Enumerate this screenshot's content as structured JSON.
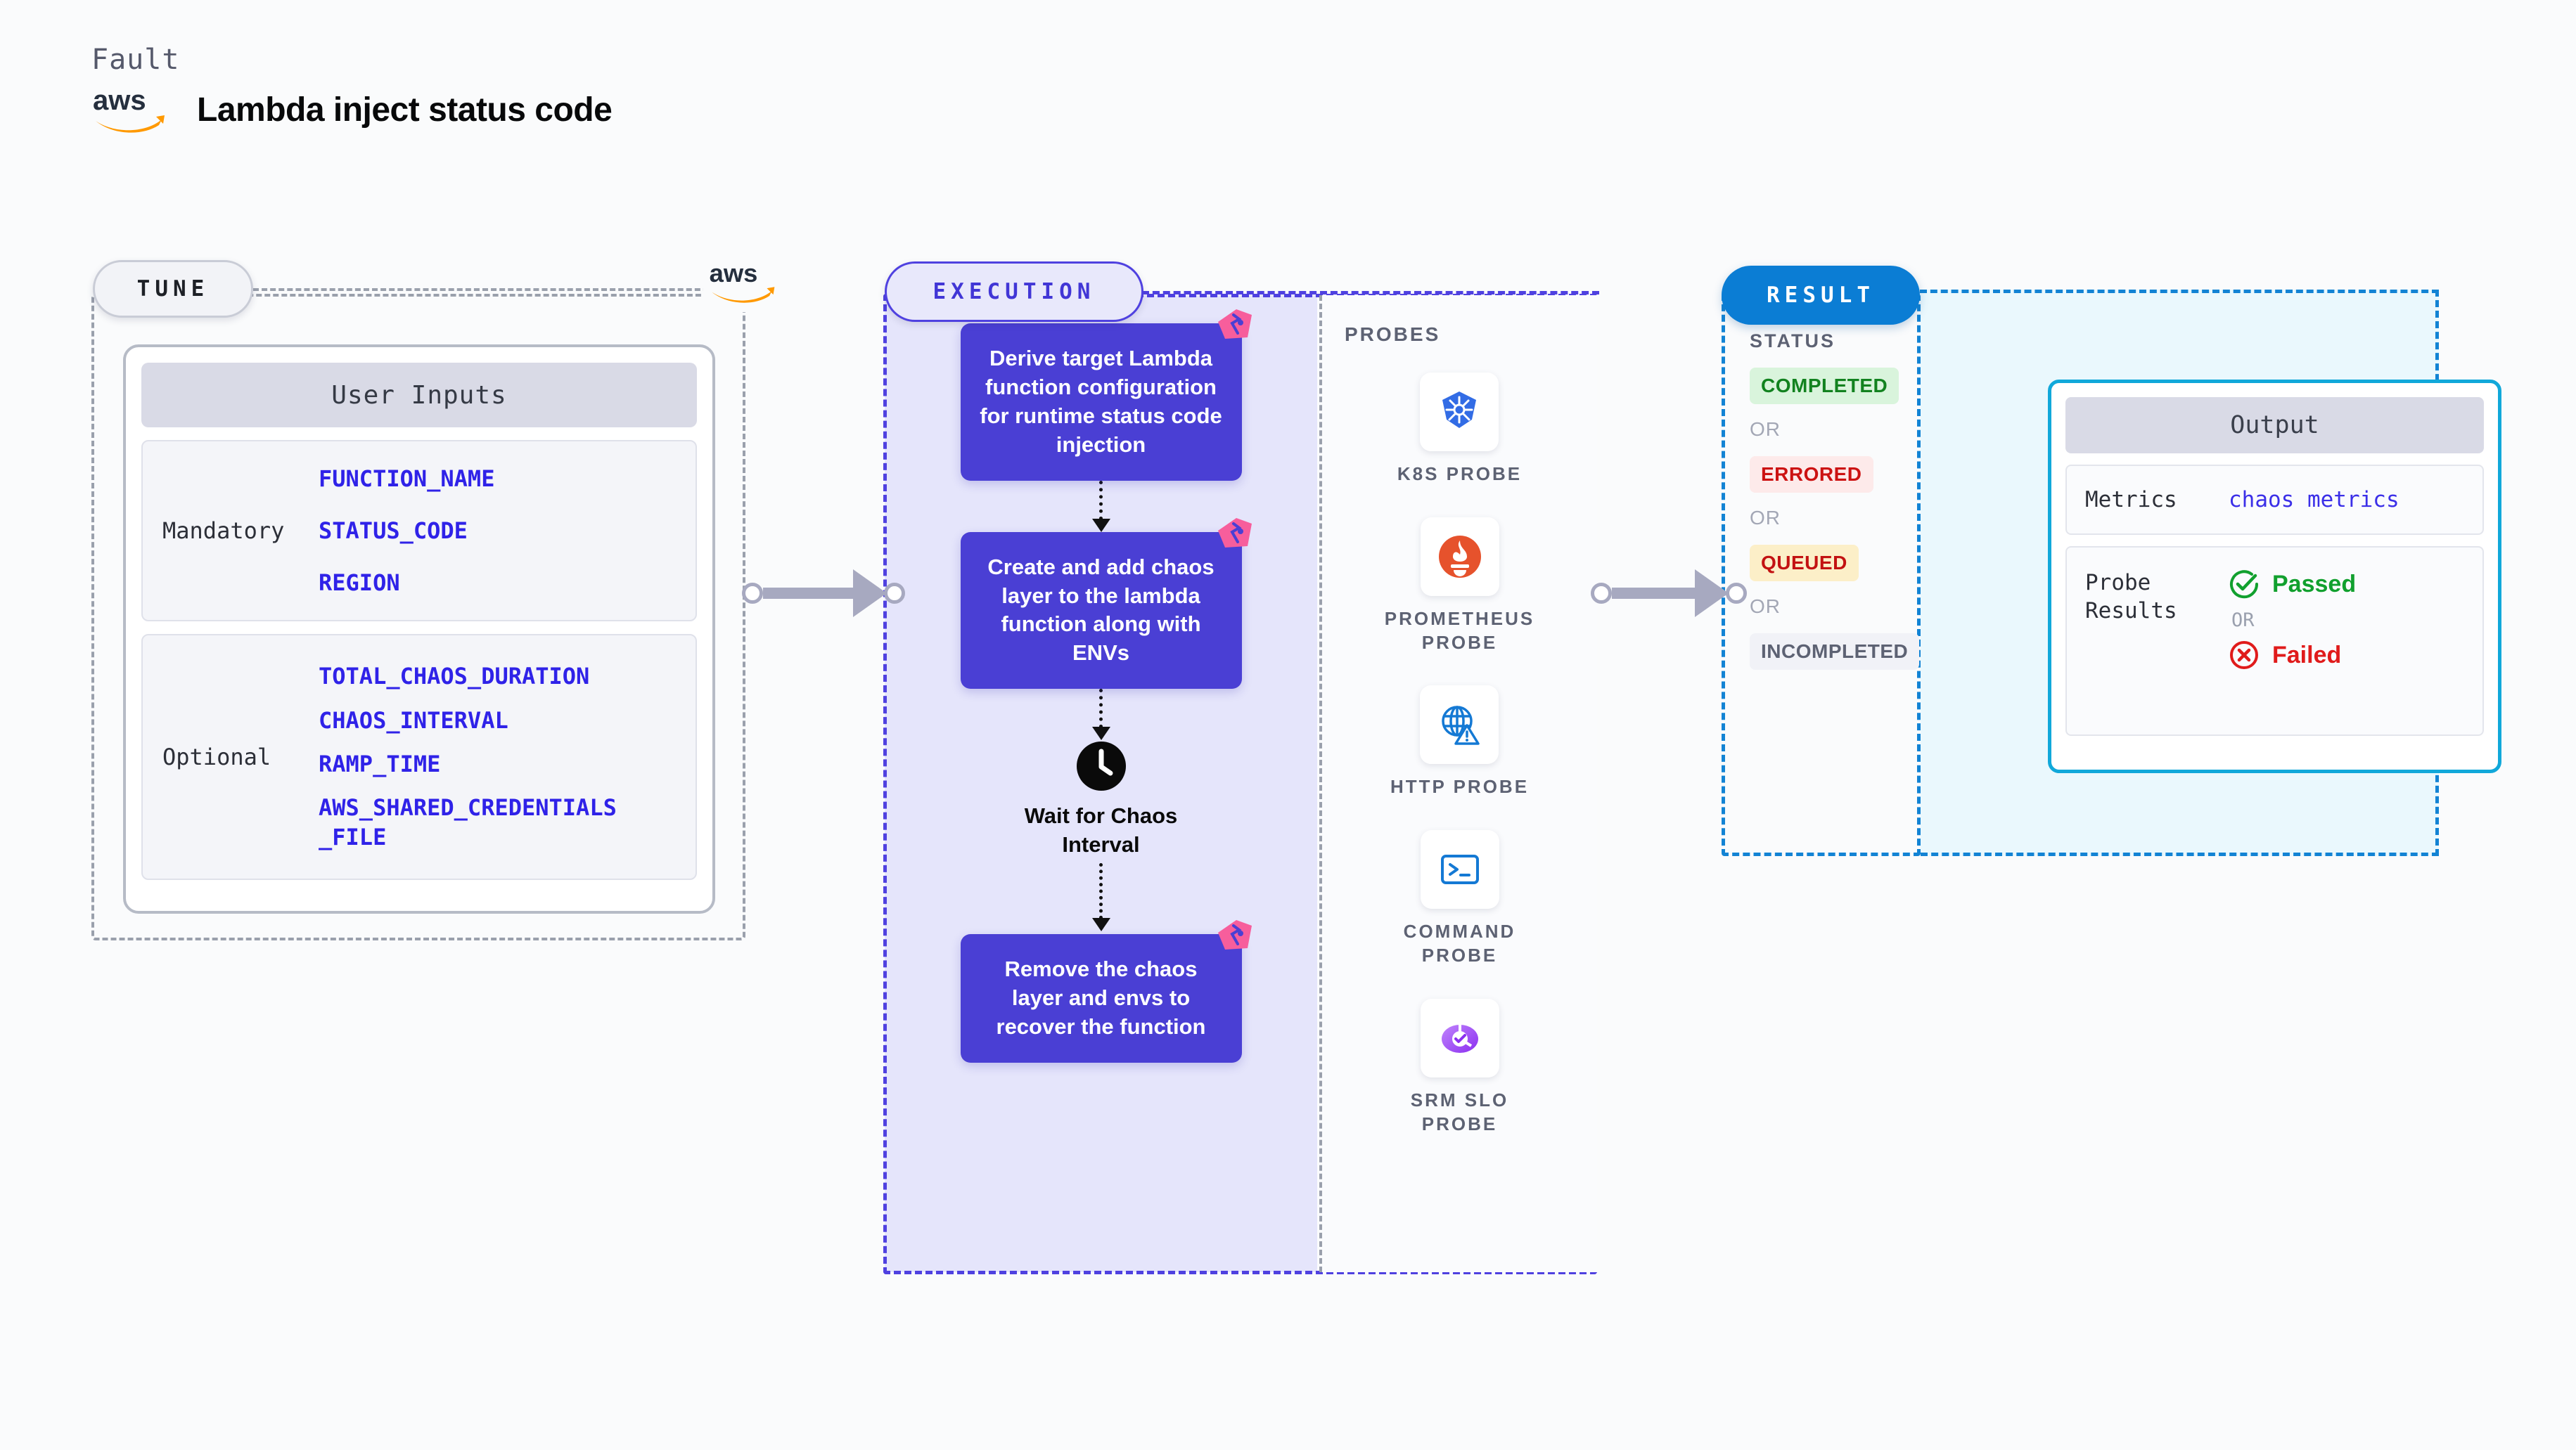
{
  "header": {
    "kicker": "Fault",
    "title": "Lambda inject status code",
    "logo": "aws-logo"
  },
  "tune": {
    "pill_label": "TUNE",
    "card_title": "User Inputs",
    "groups": [
      {
        "label": "Mandatory",
        "params": [
          "FUNCTION_NAME",
          "STATUS_CODE",
          "REGION"
        ]
      },
      {
        "label": "Optional",
        "params": [
          "TOTAL_CHAOS_DURATION",
          "CHAOS_INTERVAL",
          "RAMP_TIME",
          "AWS_SHARED_CREDENTIALS_FILE"
        ]
      }
    ]
  },
  "execution": {
    "pill_label": "EXECUTION",
    "steps": [
      {
        "type": "box",
        "text": "Derive target Lambda function configuration for runtime status code injection",
        "badge": "litmus-icon"
      },
      {
        "type": "box",
        "text": "Create and add chaos layer to the lambda function along with ENVs",
        "badge": "litmus-icon"
      },
      {
        "type": "wait",
        "text": "Wait for Chaos Interval",
        "icon": "clock-icon"
      },
      {
        "type": "box",
        "text": "Remove the chaos layer and envs to recover the function",
        "badge": "litmus-icon"
      }
    ]
  },
  "probes": {
    "title": "PROBES",
    "items": [
      {
        "name": "K8S PROBE",
        "icon": "kubernetes-icon"
      },
      {
        "name": "PROMETHEUS PROBE",
        "icon": "prometheus-icon"
      },
      {
        "name": "HTTP PROBE",
        "icon": "http-globe-warning-icon"
      },
      {
        "name": "COMMAND PROBE",
        "icon": "terminal-icon"
      },
      {
        "name": "SRM SLO PROBE",
        "icon": "srm-slo-icon"
      }
    ]
  },
  "result": {
    "pill_label": "RESULT",
    "status_heading": "STATUS",
    "or_label": "OR",
    "statuses": [
      {
        "label": "COMPLETED",
        "bg": "#d9f4dc",
        "fg": "#12821f"
      },
      {
        "label": "ERRORED",
        "bg": "#fdeaea",
        "fg": "#cc1212"
      },
      {
        "label": "QUEUED",
        "bg": "#fcefc8",
        "fg": "#c31212"
      },
      {
        "label": "INCOMPLETED",
        "bg": "#f1f2f7",
        "fg": "#5d6273"
      }
    ]
  },
  "output": {
    "title": "Output",
    "metrics_key": "Metrics",
    "metrics_value": "chaos metrics",
    "probe_key": "Probe Results",
    "passed_label": "Passed",
    "failed_label": "Failed",
    "or_label": "OR"
  },
  "colors": {
    "execution_accent": "#4f41e0",
    "result_accent": "#1283d4",
    "output_accent": "#11a8da",
    "step_box": "#4a3fd4",
    "param_text": "#2f22e8",
    "aws_orange": "#ff9900"
  }
}
